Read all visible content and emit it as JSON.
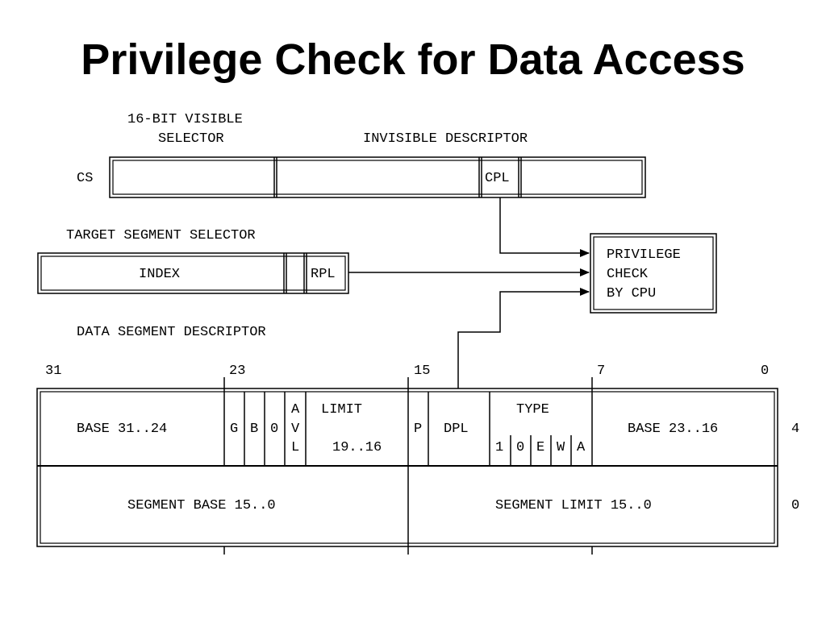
{
  "title": "Privilege Check for Data Access",
  "cs_register": {
    "header_selector": [
      "16-BIT VISIBLE",
      "SELECTOR"
    ],
    "header_descriptor": "INVISIBLE DESCRIPTOR",
    "label": "CS",
    "cpl": "CPL"
  },
  "target_selector": {
    "title": "TARGET SEGMENT SELECTOR",
    "index": "INDEX",
    "rpl": "RPL"
  },
  "privilege_box": {
    "lines": [
      "PRIVILEGE",
      "CHECK",
      "BY CPU"
    ]
  },
  "data_descriptor": {
    "title": "DATA SEGMENT DESCRIPTOR",
    "bit_numbers": [
      "31",
      "23",
      "15",
      "7",
      "0"
    ],
    "upper_word": {
      "base_high": "BASE 31..24",
      "g": "G",
      "b": "B",
      "zero": "0",
      "avl": [
        "A",
        "V",
        "L"
      ],
      "limit": [
        "LIMIT",
        "19..16"
      ],
      "p": "P",
      "dpl": "DPL",
      "type_label": "TYPE",
      "type_bits": [
        "1",
        "0",
        "E",
        "W",
        "A"
      ],
      "base_mid": "BASE 23..16",
      "offset": "4"
    },
    "lower_word": {
      "segment_base": "SEGMENT BASE 15..0",
      "segment_limit": "SEGMENT LIMIT 15..0",
      "offset": "0"
    }
  }
}
